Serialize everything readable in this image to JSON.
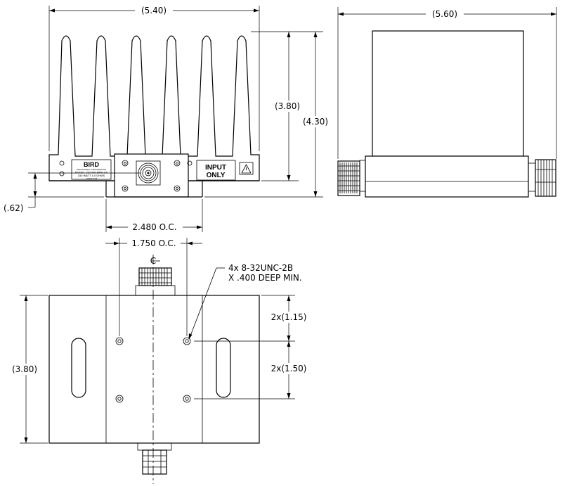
{
  "dimensions": {
    "front_width": "(5.40)",
    "side_length": "(5.60)",
    "fin_height": "(3.80)",
    "overall_height": "(4.30)",
    "connector_center": "(.62)",
    "mount_outer": "2.480 O.C.",
    "mount_inner": "1.750 O.C.",
    "bottom_height": "(3.80)",
    "hole_spacing_top": "2x(1.15)",
    "hole_spacing": "2x(1.50)"
  },
  "callout": {
    "line1": "4x  8-32UNC-2B",
    "line2": "X  .400  DEEP  MIN."
  },
  "centerline_symbol": "C",
  "label": {
    "brand": "BIRD",
    "subtitle": "ELECTRONIC CORPORATION",
    "model": "MODEL 150-WA-MFN-XX",
    "rating": "150 WATT 4.0 GHMS",
    "url": "CWFP.COM"
  },
  "warning": {
    "line1": "INPUT",
    "line2": "ONLY"
  }
}
